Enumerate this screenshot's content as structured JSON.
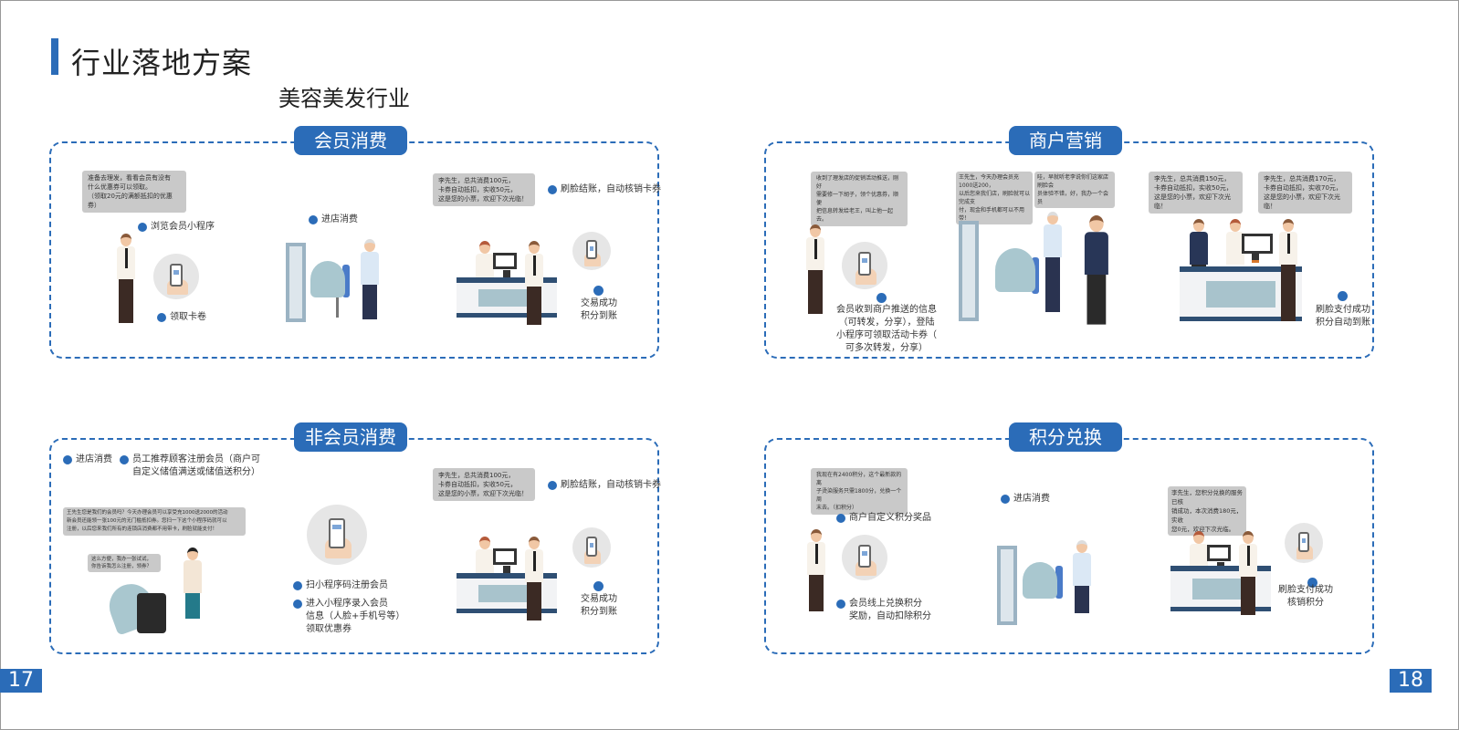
{
  "header": {
    "title": "行业落地方案",
    "subtitle": "美容美发行业"
  },
  "page_numbers": {
    "left": "17",
    "right": "18"
  },
  "colors": {
    "accent": "#2b6cb8",
    "bubble": "#c9c9c9"
  },
  "panels": [
    {
      "title": "会员消费",
      "bubbles": [
        "准备去理发，看看会员有没有\n什么优惠券可以领取。\n（领取20元的满额抵扣的优惠券）",
        "李先生，总共消费100元，\n卡券自动抵扣，实收50元，\n这是您的小票，欢迎下次光临！"
      ],
      "labels": [
        "浏览会员小程序",
        "领取卡卷",
        "进店消费",
        "刷脸结账，自动核销卡券",
        "交易成功\n积分到账"
      ]
    },
    {
      "title": "商户营销",
      "bubbles": [
        "收到了理发店的促销活动推送，刚好\n需要修一下胡子，领个优惠券，顺便\n把信息转发给老王，叫上他一起去。",
        "王先生，今天办理会员充1000送200，\n以后您来我们店，刷脸就可以完成支\n付，现金和手机都可以不用带！",
        "哇，早就听老李说你们这家店刷脸会\n员体验不错，好，我办一个会员",
        "李先生，总共消费150元，\n卡券自动抵扣，实收50元，\n这是您的小票，欢迎下次光临！",
        "李先生，总共消费170元，\n卡券自动抵扣，实收70元，\n这是您的小票，欢迎下次光临！"
      ],
      "labels": [
        "会员收到商户推送的信息\n（可转发，分享），登陆\n小程序可领取活动卡券（\n可多次转发，分享）",
        "刷脸支付成功\n积分自动到账"
      ]
    },
    {
      "title": "非会员消费",
      "bubbles": [
        "王先生您是我们的会员吗？今天办理会员可以享受充1000送2000的活动\n新会员还能领一张100元的无门槛抵扣券。您扫一下这个小程序码就可以\n注册，以后您来我们所有的连锁店消费都不用带卡，刷脸就能支付！",
        "这么方便，我办一张试试，\n你告诉我怎么注册，领券？",
        "李先生，总共消费100元，\n卡券自动抵扣，实收50元，\n这是您的小票，欢迎下次光临！"
      ],
      "labels": [
        "进店消费",
        "员工推荐顾客注册会员（商户可\n自定义储值满送或储值送积分）",
        "扫小程序码注册会员",
        "进入小程序录入会员\n信息（人脸+手机号等）\n领取优惠券",
        "刷脸结账，自动核销卡券",
        "交易成功\n积分到账"
      ]
    },
    {
      "title": "积分兑换",
      "bubbles": [
        "我现在有2400积分，这个最新款的离\n子烫染服务只需1800分，兑换一个周\n末去。（扣积分）",
        "李先生，您积分兑换的服务已核\n销成功，本次消费180元，实收\n您0元，欢迎下次光临。"
      ],
      "labels": [
        "商户自定义积分奖品",
        "会员线上兑换积分\n奖励，自动扣除积分",
        "进店消费",
        "刷脸支付成功\n核销积分"
      ]
    }
  ]
}
